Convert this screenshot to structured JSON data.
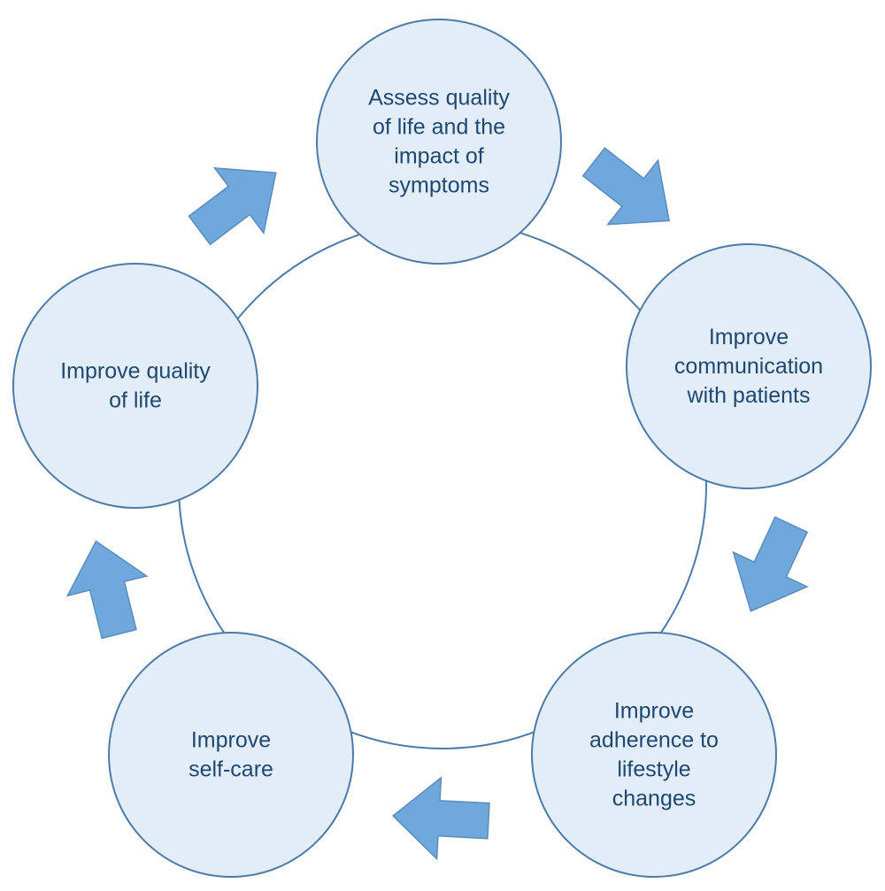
{
  "diagram": {
    "colors": {
      "node_fill": "#e3edf8",
      "node_stroke": "#4d7aa8",
      "arrow_fill": "#6fa8dc",
      "arrow_stroke": "#5a8bbd",
      "cycle_stroke": "#4d7aa8",
      "text": "#1d4872"
    },
    "nodes": [
      {
        "lines": [
          "Assess quality",
          "of life and the",
          "impact of",
          "symptoms"
        ]
      },
      {
        "lines": [
          "Improve",
          "communication",
          "with patients"
        ]
      },
      {
        "lines": [
          "Improve",
          "adherence to",
          "lifestyle",
          "changes"
        ]
      },
      {
        "lines": [
          "Improve",
          "self-care"
        ]
      },
      {
        "lines": [
          "Improve quality",
          "of life"
        ]
      }
    ],
    "arrows": [
      {
        "from": 0,
        "to": 1
      },
      {
        "from": 1,
        "to": 2
      },
      {
        "from": 2,
        "to": 3
      },
      {
        "from": 3,
        "to": 4
      },
      {
        "from": 4,
        "to": 0
      }
    ]
  }
}
